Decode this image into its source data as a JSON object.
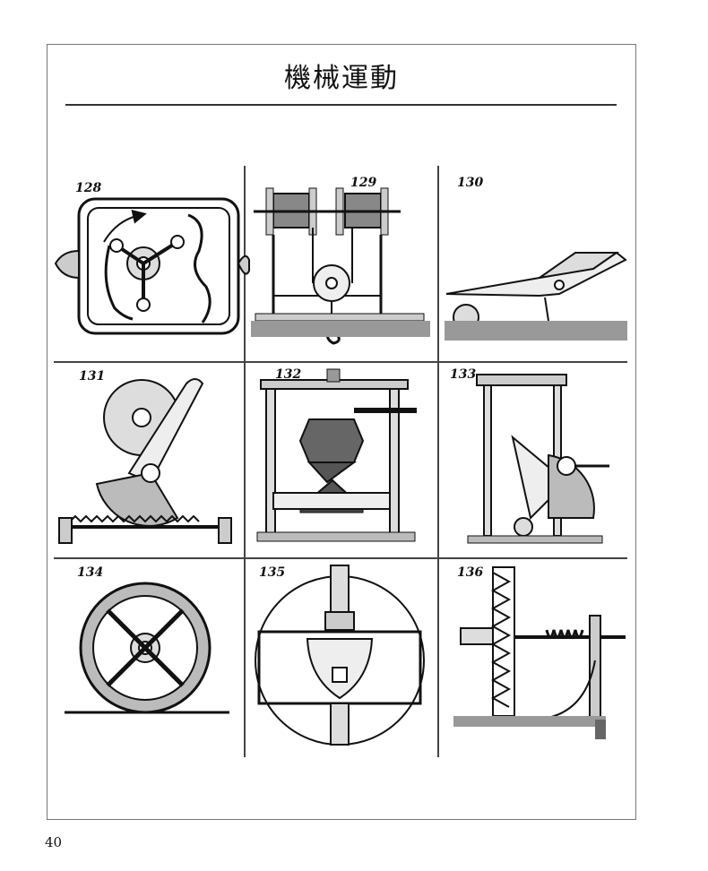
{
  "page": {
    "title": "機械運動",
    "page_number": "40"
  },
  "figures": [
    {
      "number": "128",
      "subject": "rotary-cam-frame"
    },
    {
      "number": "129",
      "subject": "windlass-pulley"
    },
    {
      "number": "130",
      "subject": "toggle-lever-jaw"
    },
    {
      "number": "131",
      "subject": "gear-sector-rack"
    },
    {
      "number": "132",
      "subject": "screw-press"
    },
    {
      "number": "133",
      "subject": "pendulum-ratchet-frame"
    },
    {
      "number": "134",
      "subject": "spoked-wheel"
    },
    {
      "number": "135",
      "subject": "triangular-cam-yoke"
    },
    {
      "number": "136",
      "subject": "worm-and-rack"
    }
  ]
}
